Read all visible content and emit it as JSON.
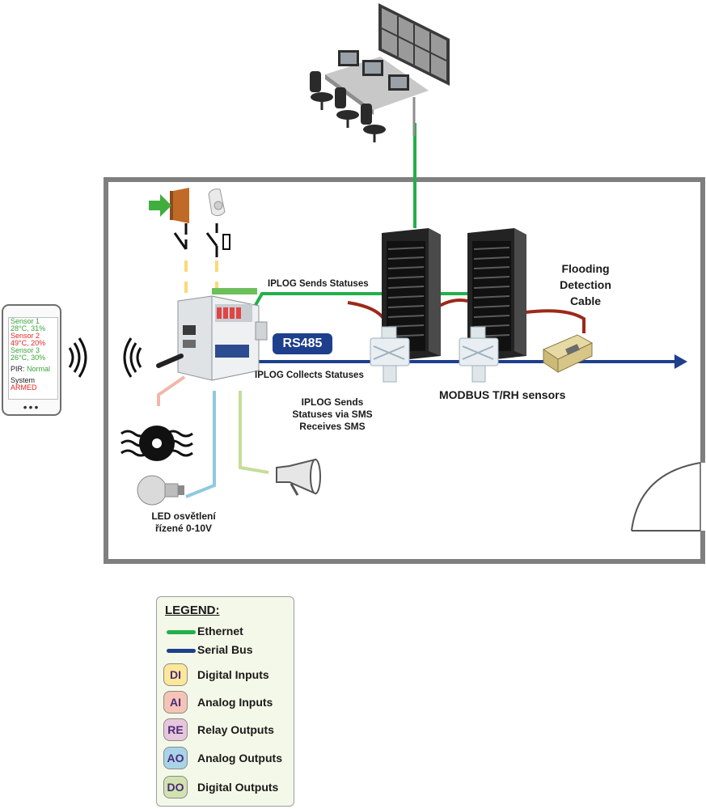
{
  "labels": {
    "sends_statuses": "IPLOG Sends Statuses",
    "collects_statuses": "IPLOG Collects Statuses",
    "rs485": "RS485",
    "sms_line1": "IPLOG Sends",
    "sms_line2": "Statuses via SMS",
    "sms_line3": "Receives SMS",
    "modbus": "MODBUS T/RH sensors",
    "flooding_line1": "Flooding",
    "flooding_line2": "Detection",
    "flooding_line3": "Cable",
    "led_line1": "LED osvětlení",
    "led_line2": "řízené 0-10V"
  },
  "phone": {
    "sensor1_label": "Sensor 1",
    "sensor1_value": "28°C, 31%",
    "sensor2_label": "Sensor 2",
    "sensor2_value": "49°C, 20%",
    "sensor3_label": "Sensor 3",
    "sensor3_value": "26°C, 30%",
    "pir_label": "PIR:",
    "pir_value": "Normal",
    "system_label": "System",
    "system_value": "ARMED",
    "dots": "•••"
  },
  "legend": {
    "title": "LEGEND:",
    "items": [
      {
        "badge": "",
        "label": "Ethernet",
        "color": "#22b04b"
      },
      {
        "badge": "",
        "label": "Serial Bus",
        "color": "#1e3f8c"
      },
      {
        "badge": "DI",
        "label": "Digital Inputs",
        "color": "#fde79a"
      },
      {
        "badge": "AI",
        "label": "Analog Inputs",
        "color": "#f6c4b6"
      },
      {
        "badge": "RE",
        "label": "Relay Outputs",
        "color": "#e8c6dc"
      },
      {
        "badge": "AO",
        "label": "Analog Outputs",
        "color": "#a9d4e8"
      },
      {
        "badge": "DO",
        "label": "Digital Outputs",
        "color": "#d2e3b0"
      }
    ]
  },
  "colors": {
    "ethernet": "#22b04b",
    "serial_bus": "#1e3f8c",
    "digital_inputs": "#fbd97a",
    "analog_inputs": "#f2b7aa",
    "analog_outputs": "#8fc9e0",
    "digital_outputs": "#c4dd9a",
    "flood_cable": "#9b2a1a"
  }
}
